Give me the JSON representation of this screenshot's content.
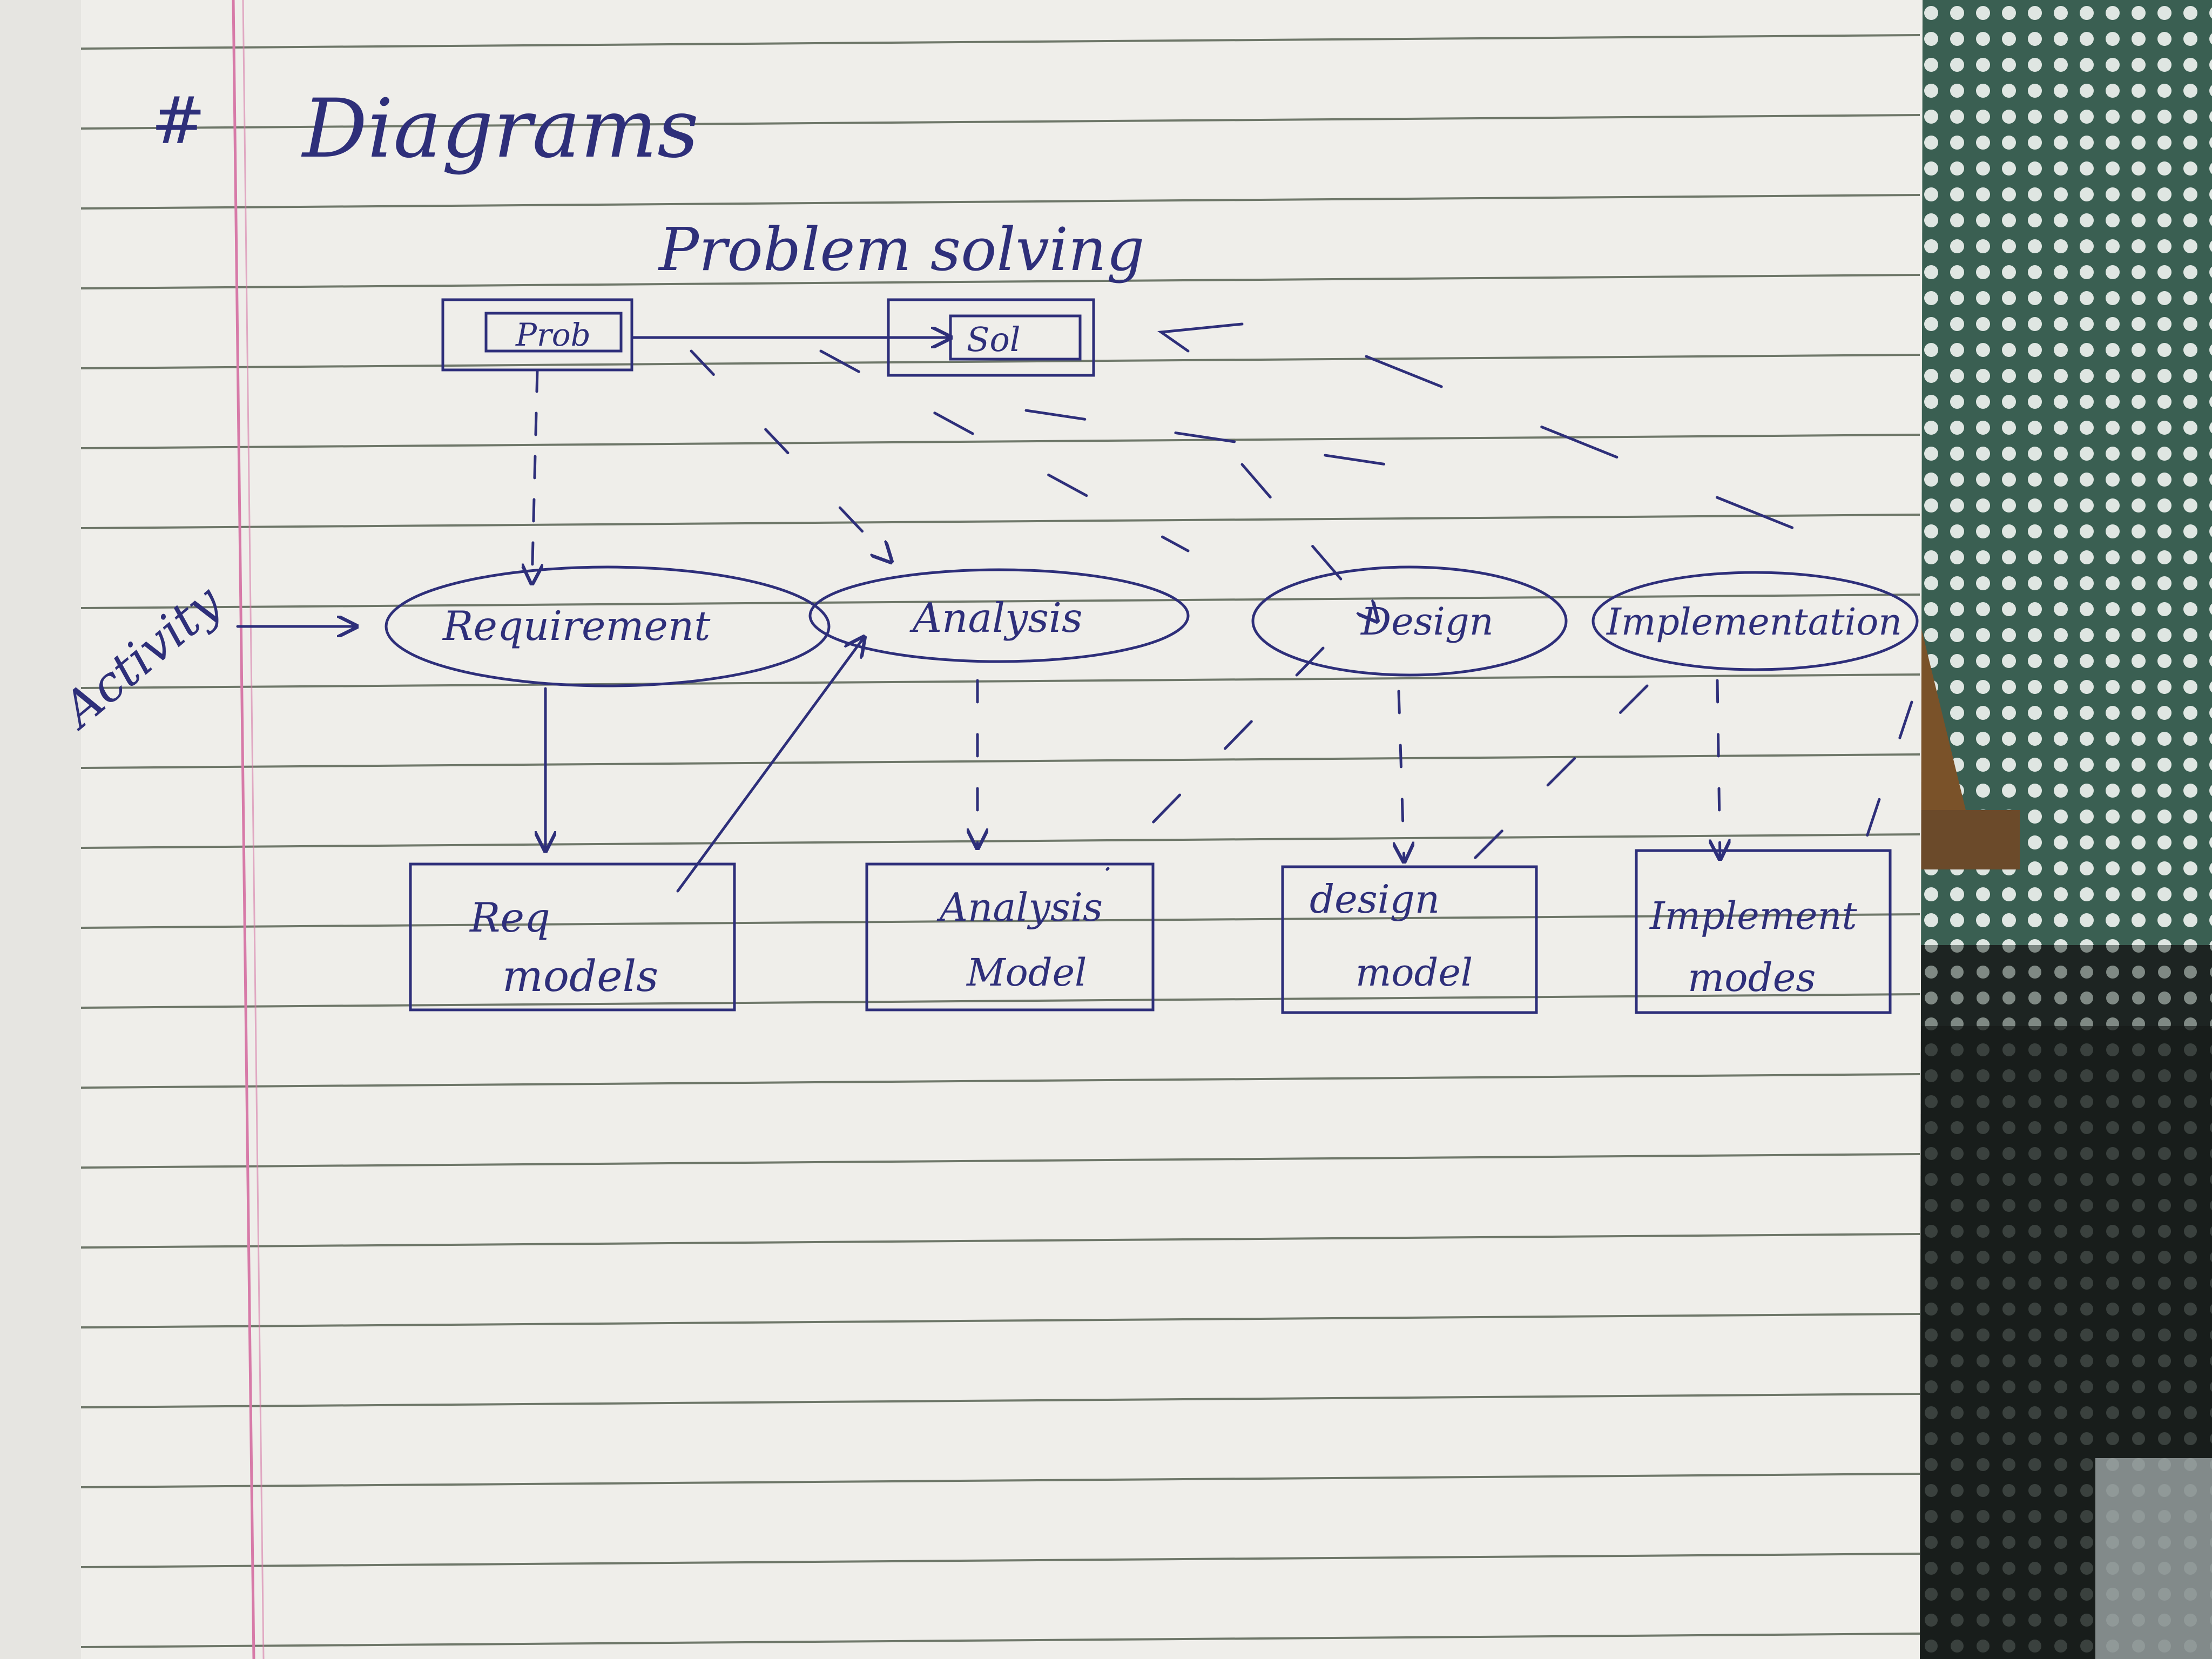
{
  "heading": {
    "hash": "#",
    "title": "Diagrams"
  },
  "diagram": {
    "title": "Problem solving",
    "problem_label": "Prob",
    "solution_label": "Sol",
    "side_label": "Activity",
    "phases": [
      {
        "label": "Requirement"
      },
      {
        "label": "Analysis"
      },
      {
        "label": "Design"
      },
      {
        "label": "Implementation"
      }
    ],
    "models": [
      {
        "line1": "Req",
        "line2": "models"
      },
      {
        "line1": "Analysis",
        "line2": "Model"
      },
      {
        "line1": "design",
        "line2": "model"
      },
      {
        "line1": "Implement",
        "line2": "modes"
      }
    ]
  },
  "colors": {
    "ink": "#2e2f7a",
    "paper": "#efeeea",
    "ruled_line": "#4f5a4a",
    "margin_line": "#d77aa8",
    "background_mesh": "#2f5a4c"
  }
}
